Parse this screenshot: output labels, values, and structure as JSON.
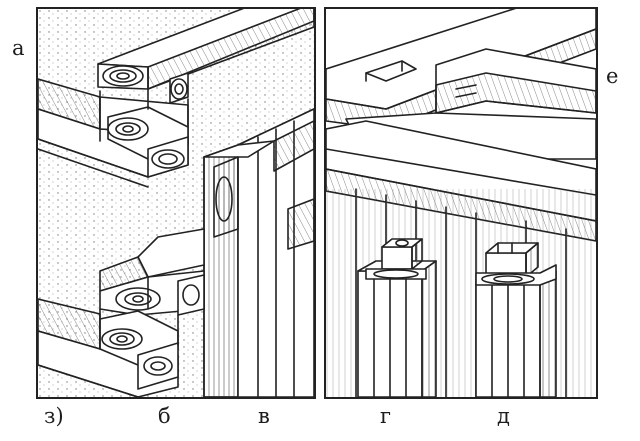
{
  "labels": {
    "a": "а",
    "e": "е",
    "z": "з)",
    "b": "б",
    "v": "в",
    "g": "г",
    "d": "д"
  },
  "colors": {
    "ink": "#222222",
    "paper": "#ffffff"
  }
}
